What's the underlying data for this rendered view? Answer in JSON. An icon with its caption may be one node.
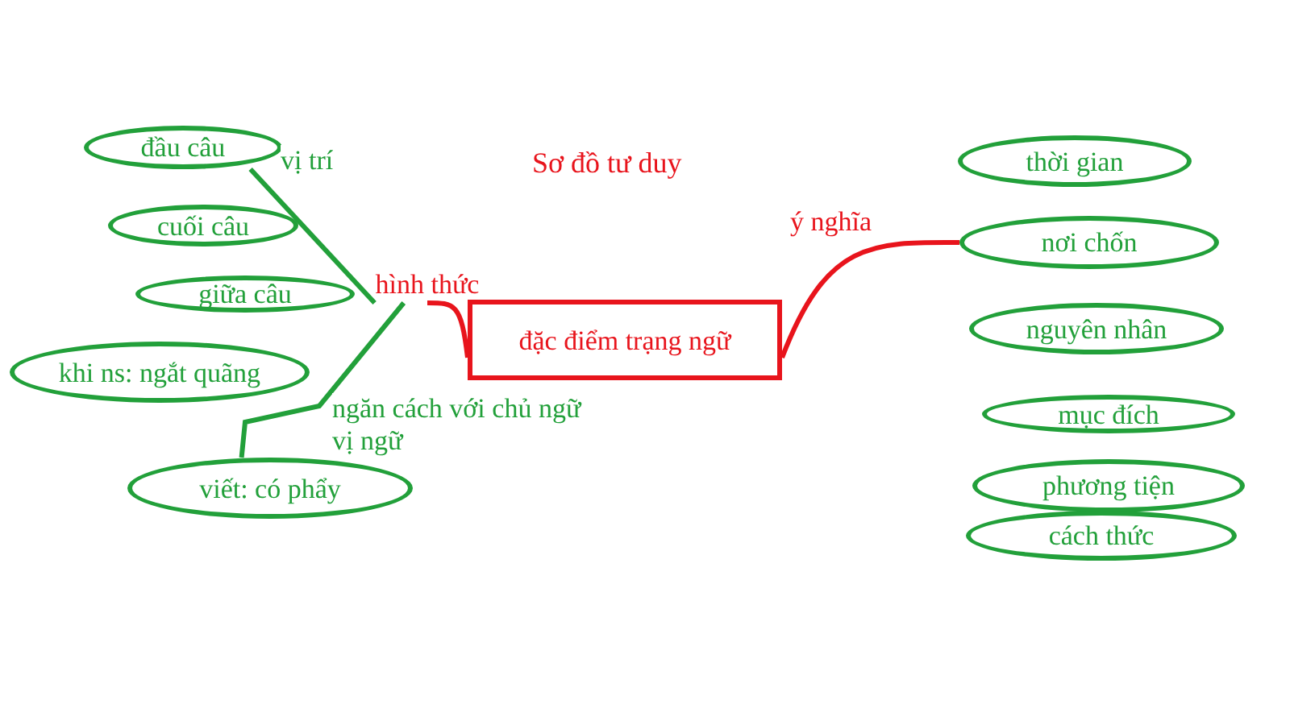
{
  "diagram": {
    "title": "Sơ đồ tư duy",
    "nodes": [
      {
        "text": [
          "đặc điểm trạng ngữ"
        ]
      },
      {
        "text": [
          "đầu câu"
        ]
      },
      {
        "text": [
          "cuối câu"
        ]
      },
      {
        "text": [
          "giữa câu"
        ]
      },
      {
        "text": [
          "khi ns: ngắt quãng"
        ]
      },
      {
        "text": [
          "viết: có phẩy"
        ]
      },
      {
        "text": [
          "thời gian"
        ]
      },
      {
        "text": [
          "nơi chốn"
        ]
      },
      {
        "text": [
          "nguyên nhân"
        ]
      },
      {
        "text": [
          "mục đích"
        ]
      },
      {
        "text": [
          "phương tiện"
        ]
      },
      {
        "text": [
          "cách thức"
        ]
      },
      {
        "text": [
          "hình thức"
        ]
      }
    ],
    "edges": [
      {
        "from": 0,
        "to": 12,
        "arrow": "none",
        "color": "#e8141c"
      },
      {
        "from": 12,
        "to": 1,
        "arrow": "none",
        "label": "vị trí",
        "color": "#22a03a"
      },
      {
        "from": 12,
        "to": 5,
        "arrow": "none",
        "label": "ngăn cách với chủ ngữ vị ngữ",
        "color": "#22a03a"
      },
      {
        "from": 0,
        "to": 7,
        "arrow": "none",
        "label": "ý nghĩa",
        "color": "#e8141c"
      }
    ]
  }
}
